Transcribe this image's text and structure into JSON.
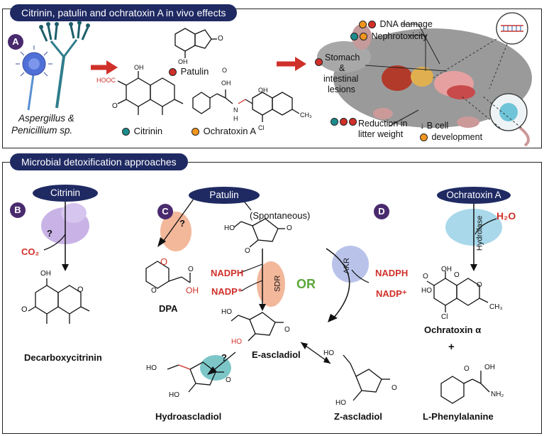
{
  "top": {
    "title": "Citrinin, patulin and ochratoxin A in vivo effects",
    "badge": "A",
    "fungi_label_line1": "Aspergillus &",
    "fungi_label_line2": "Penicillium sp.",
    "toxins": {
      "patulin": "Patulin",
      "citrinin": "Citrinin",
      "ochratoxin": "Ochratoxin A"
    },
    "atom_labels": {
      "oh": "OH",
      "o": "O",
      "hooc": "HOOC",
      "h": "H",
      "n": "N",
      "cl": "Cl",
      "ch3": "CH₃"
    },
    "effects": {
      "dna": "DNA damage",
      "nephro": "Nephrotoxicity",
      "stomach_1": "Stomach",
      "stomach_2": "&",
      "stomach_3": "intestinal",
      "stomach_4": "lesions",
      "litter_1": "Reduction in",
      "litter_2": "litter weight",
      "bcell_1": "B cell",
      "bcell_2": "development"
    },
    "colors": {
      "patulin": "#d0302a",
      "citrinin": "#1d8c8c",
      "ochratoxin": "#f0961e",
      "arrow": "#d0302a",
      "navy": "#1f2a63"
    }
  },
  "bottom": {
    "title": "Microbial detoxification approaches",
    "citrinin": {
      "badge": "B",
      "header": "Citrinin",
      "question": "?",
      "co2": "CO₂",
      "product": "Decarboxycitrinin"
    },
    "patulin": {
      "badge": "C",
      "header": "Patulin",
      "spontaneous": "(Spontaneous)",
      "question": "?",
      "dpa": "DPA",
      "sdr": "SDR",
      "akr": "AKR",
      "or": "OR",
      "nadph": "NADPH",
      "nadp": "NADP⁺",
      "e_ascladiol": "E-ascladiol",
      "z_ascladiol": "Z-ascladiol",
      "hydroascladiol": "Hydroascladiol",
      "question2": "?"
    },
    "ochratoxin": {
      "badge": "D",
      "header": "Ochratoxin A",
      "hydrolase": "Hydrolase",
      "h2o": "H₂O",
      "product1": "Ochratoxin α",
      "plus": "+",
      "product2": "L-Phenylalanine",
      "nh2": "NH₂"
    }
  }
}
